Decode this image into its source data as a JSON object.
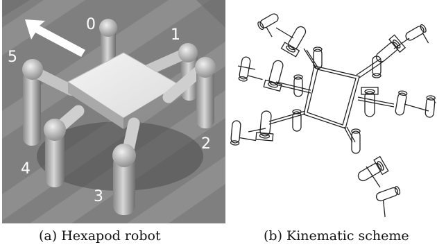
{
  "figure": {
    "panel_a": {
      "caption": "(a) Hexapod robot",
      "leg_labels": [
        "0",
        "1",
        "2",
        "3",
        "4",
        "5"
      ]
    },
    "panel_b": {
      "caption": "(b) Kinematic scheme"
    }
  }
}
